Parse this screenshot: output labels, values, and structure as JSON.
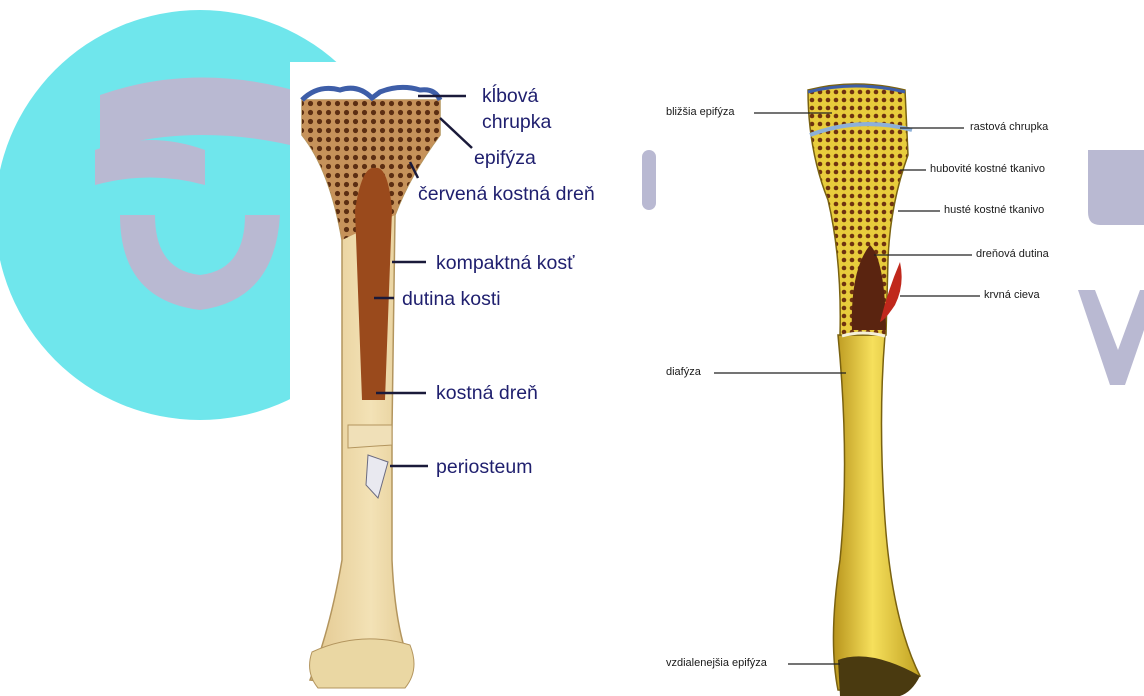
{
  "colors": {
    "watermark_cyan": "#6fe6ec",
    "watermark_gray": "#b9b9d2",
    "left_label": "#1f1f6e",
    "right_label": "#1a1a1a",
    "bone_left": "#eed9a6",
    "bone_right": "#e8cc3c",
    "marrow": "#9a4a1c",
    "spongy": "#b57a4a",
    "cartilage": "#3e5ea8",
    "vessel": "#c0281c"
  },
  "icons": {
    "watermark": "graduation-cap-logo-icon"
  },
  "left_diagram": {
    "labels": {
      "articular_cartilage_1": "kĺbová",
      "articular_cartilage_2": "chrupka",
      "epiphysis": "epifýza",
      "red_marrow": "červená kostná dreň",
      "compact_bone": "kompaktná kosť",
      "bone_cavity": "dutina kosti",
      "marrow": "kostná dreň",
      "periosteum": "periosteum"
    }
  },
  "right_diagram": {
    "labels": {
      "proximal_epiphysis": "bližšia epifýza",
      "growth_cartilage": "rastová chrupka",
      "spongy_tissue": "hubovité kostné tkanivo",
      "dense_tissue": "husté kostné tkanivo",
      "medullary_cavity": "dreňová dutina",
      "blood_vessel": "krvná cieva",
      "diaphysis": "diafýza",
      "distal_epiphysis": "vzdialenejšia epifýza"
    }
  }
}
